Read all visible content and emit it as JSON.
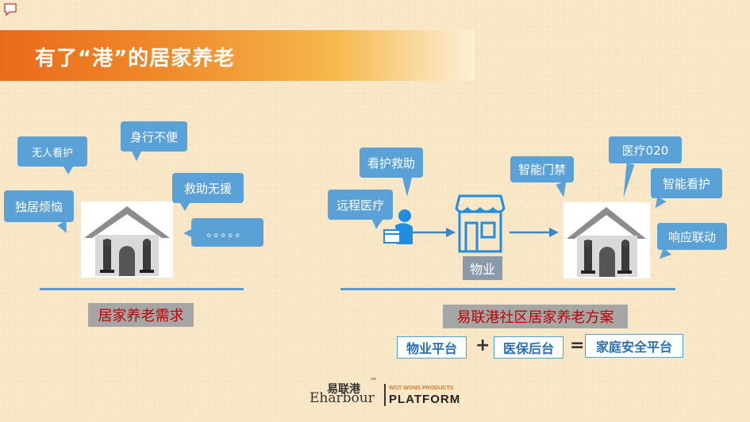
{
  "title": "有了“港”的居家养老",
  "left_section": {
    "bubbles": {
      "no_care": "无人看护",
      "mobility": "身行不便",
      "rescue": "救助无援",
      "living_alone": "独居烦恼",
      "ellipsis": "。。。。。"
    },
    "label": "居家养老需求"
  },
  "right_section": {
    "bubbles": {
      "care_rescue": "看护救助",
      "remote_medical": "远程医疗",
      "smart_gate": "智能门禁",
      "medical_o2o": "医疗020",
      "smart_care": "智能看护",
      "response": "响应联动"
    },
    "property_label": "物业",
    "label": "易联港社区居家养老方案"
  },
  "formula": {
    "term1": "物业平台",
    "plus": "+",
    "term2": "医保后台",
    "equals": "=",
    "result": "家庭安全平台"
  },
  "logo": {
    "cn": "易联港",
    "tm": "™",
    "en": "Eharbour",
    "tagline": "WOT WONS PRODUCTS",
    "platform": "PLATFORM"
  },
  "colors": {
    "bubble": "#5aa1d8",
    "title_start": "#ea6a1c",
    "label_text": "#c00000"
  }
}
